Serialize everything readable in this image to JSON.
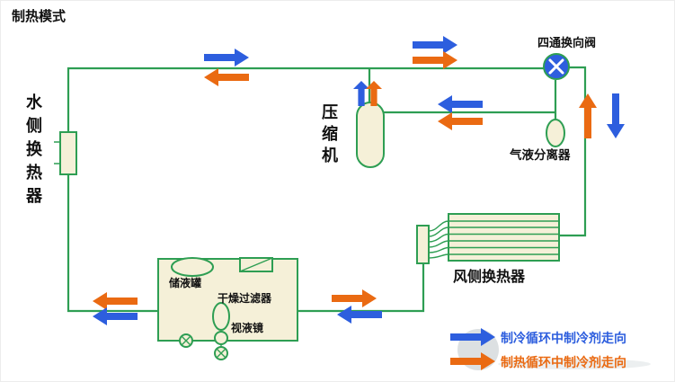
{
  "title": "制热模式",
  "colors": {
    "pipe_green": "#2e9e53",
    "component_fill": "#f5f0d8",
    "flow_blue": "#2d5ede",
    "flow_orange": "#ea6a12",
    "text": "#111111"
  },
  "components": {
    "water_hx": "水侧换热器",
    "compressor": "压缩机",
    "four_way_valve": "四通换向阀",
    "separator": "气液分离器",
    "air_hx": "风侧换热器",
    "receiver": "储液罐",
    "filter_drier": "干燥过滤器",
    "sight_glass": "视液镜"
  },
  "legend": {
    "cooling": {
      "label": "制冷循环中制冷剂走向",
      "color": "#2d5ede",
      "direction": "right"
    },
    "heating": {
      "label": "制热循环中制冷剂走向",
      "color": "#ea6a12",
      "direction": "right"
    }
  }
}
